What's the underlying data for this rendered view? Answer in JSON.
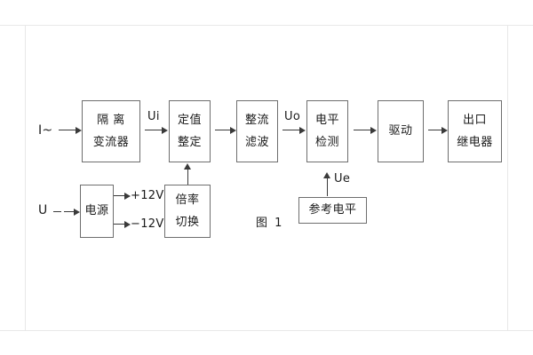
{
  "diagram": {
    "figure_label": "图 1",
    "blocks": [
      {
        "id": "isolation",
        "lines": [
          "隔 离",
          "变流器"
        ]
      },
      {
        "id": "setpoint",
        "lines": [
          "定值",
          "整定"
        ]
      },
      {
        "id": "rectify",
        "lines": [
          "整流",
          "滤波"
        ]
      },
      {
        "id": "leveldetect",
        "lines": [
          "电平",
          "检测"
        ]
      },
      {
        "id": "drive",
        "lines": [
          "驱动"
        ]
      },
      {
        "id": "outputrelay",
        "lines": [
          "出口",
          "继电器"
        ]
      },
      {
        "id": "power",
        "lines": [
          "电源"
        ]
      },
      {
        "id": "multiplier",
        "lines": [
          "倍率",
          "切换"
        ]
      },
      {
        "id": "reference",
        "lines": [
          "参考电平"
        ]
      }
    ],
    "signals": {
      "current_input": "I~",
      "voltage_input": "U",
      "ui": "Ui",
      "uo": "Uo",
      "ue": "Ue",
      "plus12v": "+12V",
      "minus12v": "−12V"
    },
    "colors": {
      "box_border": "#6e6e6e",
      "connector": "#3a3a3a",
      "text": "#1a1a1a",
      "background": "#ffffff",
      "frame": "#e8e8e8"
    }
  }
}
